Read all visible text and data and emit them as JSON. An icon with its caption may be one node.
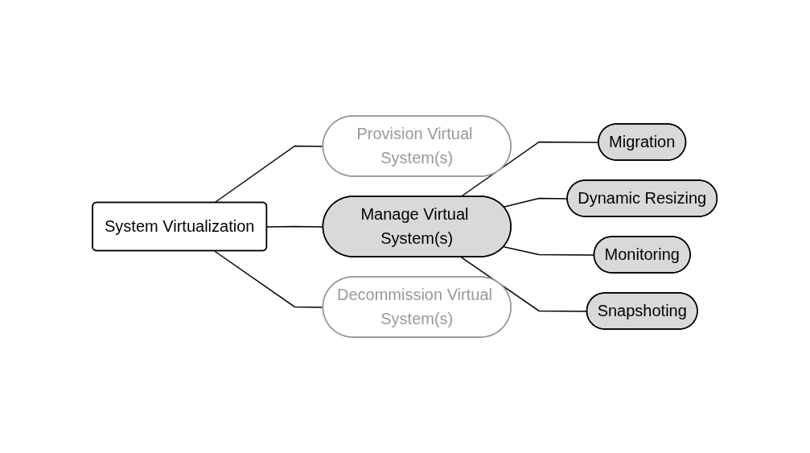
{
  "diagram": {
    "nodes": [
      {
        "text": [
          "System Virtualization"
        ]
      },
      {
        "text": [
          "Provision Virtual System(s)"
        ]
      },
      {
        "text": [
          "Manage Virtual System(s)"
        ]
      },
      {
        "text": [
          "Decommission Virtual System(s)"
        ]
      },
      {
        "text": [
          "Migration"
        ]
      },
      {
        "text": [
          "Dynamic Resizing"
        ]
      },
      {
        "text": [
          "Monitoring"
        ]
      },
      {
        "text": [
          "Snapshoting"
        ]
      }
    ],
    "edges": [
      {
        "from": 0,
        "to": 1,
        "arrow": "none"
      },
      {
        "from": 0,
        "to": 2,
        "arrow": "none"
      },
      {
        "from": 0,
        "to": 3,
        "arrow": "none"
      },
      {
        "from": 2,
        "to": 4,
        "arrow": "none"
      },
      {
        "from": 2,
        "to": 5,
        "arrow": "none"
      },
      {
        "from": 2,
        "to": 6,
        "arrow": "none"
      },
      {
        "from": 2,
        "to": 7,
        "arrow": "none"
      }
    ]
  }
}
